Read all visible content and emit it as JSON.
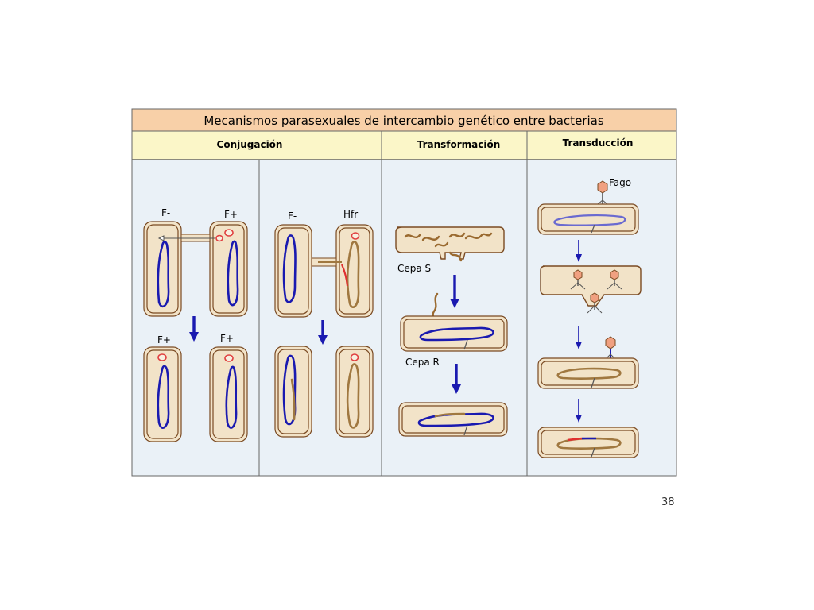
{
  "title": "Mecanismos parasexuales de intercambio genético entre bacterias",
  "sections": {
    "conjugacion": "Conjugación",
    "transformacion": "Transformación",
    "transduccion": "Transducción"
  },
  "labels": {
    "conj1_top_left": "F-",
    "conj1_top_right": "F+",
    "conj1_bottom_left": "F+",
    "conj1_bottom_right": "F+",
    "conj2_top_left": "F-",
    "conj2_top_right": "Hfr",
    "cepa_s": "Cepa S",
    "cepa_r": "Cepa R",
    "fago": "Fago"
  },
  "page_number": "38",
  "colors": {
    "title_bg": "#f8d0a8",
    "header_bg": "#fbf6c8",
    "panel_bg": "#eaf1f7",
    "chromosome": "#1a1ab0",
    "fragment": "#9a6a30",
    "plasmid": "#e04040",
    "cell_wall": "#7a4a22"
  }
}
